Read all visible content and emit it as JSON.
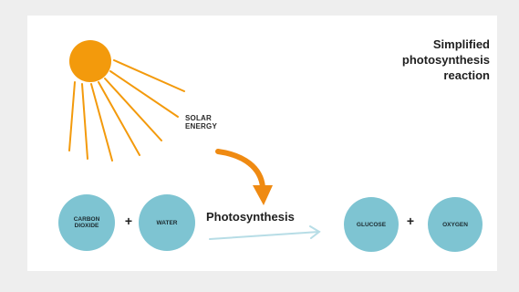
{
  "title": "Simplified\nphotosynthesis\nreaction",
  "solar_label": "SOLAR\nENERGY",
  "reactants": [
    "CARBON\nDIOXIDE",
    "WATER"
  ],
  "process_label": "Photosynthesis",
  "products": [
    "GLUCOSE",
    "OXYGEN"
  ],
  "plus_symbol": "+",
  "colors": {
    "sun": "#f39a0c",
    "curved_arrow": "#ef8a12",
    "molecule_fill": "#7ec4d2",
    "reaction_arrow": "#b7dde6",
    "panel": "#ffffff",
    "background": "#eeeeee"
  },
  "icons": [
    "sun-icon",
    "curved-arrow-icon",
    "reaction-arrow-icon"
  ]
}
